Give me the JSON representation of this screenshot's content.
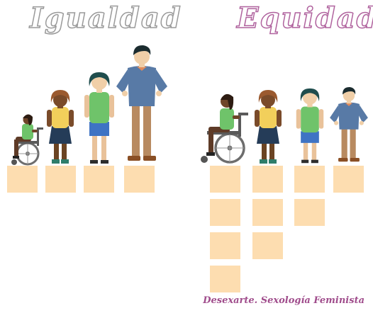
{
  "titles": {
    "left": "Igualdad",
    "right": "Equidad"
  },
  "credit": "Desexarte. Sexología Feminista",
  "colors": {
    "box": "#fdddb0",
    "equality_title": "#9a9a9a",
    "equity_title": "#b0639e",
    "shirt_green": "#6fc36a",
    "shirt_yellow": "#f2cf5b",
    "shirt_blue": "#587aa6",
    "shorts_blue": "#3e73c4",
    "skirt_navy": "#253c58",
    "pants_tan": "#b88a60"
  },
  "people_order": [
    "child-wheelchair",
    "girl-yellow",
    "girl-green",
    "man-blue"
  ],
  "boxes_per_person": {
    "equality": [
      1,
      1,
      1,
      1
    ],
    "equity": [
      4,
      3,
      2,
      1
    ]
  }
}
